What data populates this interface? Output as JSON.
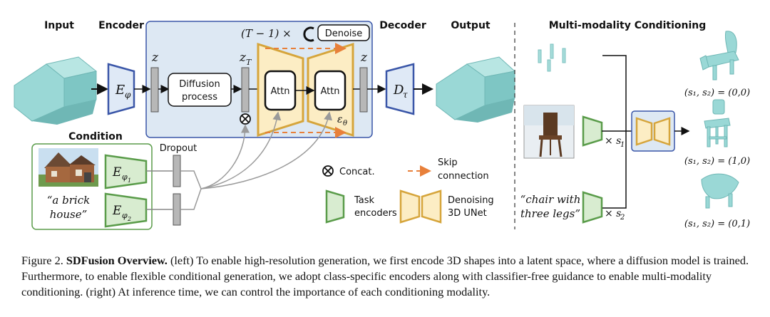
{
  "labels": {
    "input": "Input",
    "encoder": "Encoder",
    "decoder": "Decoder",
    "output": "Output",
    "multi_modality": "Multi-modality Conditioning",
    "condition": "Condition",
    "dropout": "Dropout"
  },
  "diagram": {
    "e_phi": "E",
    "e_phi_sub": "φ",
    "d_tau": "D",
    "d_tau_sub": "τ",
    "z1": "z",
    "z2": "z",
    "zT": "z",
    "zT_sub": "T",
    "diffusion_line1": "Diffusion",
    "diffusion_line2": "process",
    "repeat": "(T − 1) ×",
    "denoise": "Denoise",
    "attn1": "Attn",
    "attn2": "Attn",
    "eps": "ε",
    "eps_sub": "θ",
    "e_phi1": "E",
    "e_phi1_sub": "φ",
    "e_phi1_subsub": "1",
    "e_phi2": "E",
    "e_phi2_sub": "φ",
    "e_phi2_subsub": "2",
    "brick_line1": "“a brick",
    "brick_line2": "house”"
  },
  "legend": {
    "concat": "Concat.",
    "skip_line1": "Skip",
    "skip_line2": "connection",
    "task_line1": "Task",
    "task_line2": "encoders",
    "unet_line1": "Denoising",
    "unet_line2": "3D UNet"
  },
  "right": {
    "chair_line1": "“chair with",
    "chair_line2": "three legs”",
    "s1": "× s",
    "s1_sub": "1",
    "s2": "× s",
    "s2_sub": "2",
    "out1": "(s₁, s₂) = (0,0)",
    "out2": "(s₁, s₂) = (1,0)",
    "out3": "(s₁, s₂) = (0,1)"
  },
  "caption": {
    "prefix": "Figure 2. ",
    "title": "SDFusion Overview.",
    "body": " (left) To enable high-resolution generation, we first encode 3D shapes into a latent space, where a diffusion model is trained. Furthermore, to enable flexible conditional generation, we adopt class-specific encoders along with classifier-free guidance to enable multi-modality conditioning. (right) At inference time, we can control the importance of each conditioning modality."
  },
  "colors": {
    "panel_bg": "#dde8f3",
    "encoder_blue": "#dfe9f6",
    "encoder_stroke": "#3a56a8",
    "task_green": "#d8ecd0",
    "task_stroke": "#5a9c4a",
    "unet_yellow": "#fcedc4",
    "unet_stroke": "#d6a53b",
    "skip_orange": "#e8803a",
    "shape_teal": "#8fd3d3"
  }
}
